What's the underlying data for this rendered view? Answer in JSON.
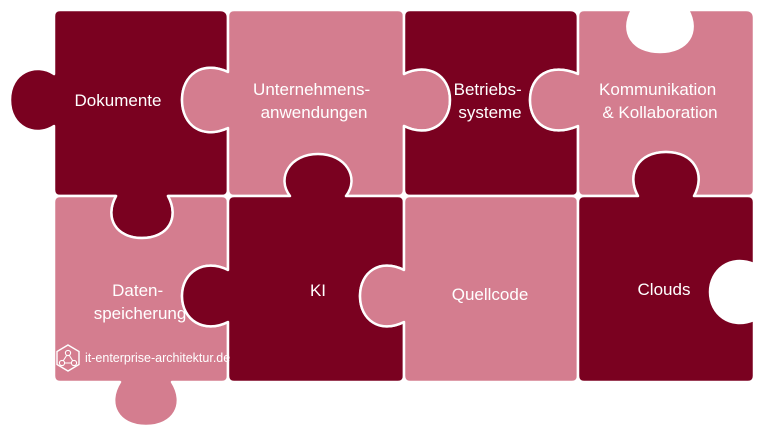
{
  "colors": {
    "dark": "#7a0120",
    "light": "#d47d8f",
    "outline": "#ffffff"
  },
  "pieces": [
    {
      "id": "dokumente",
      "lines": [
        "Dokumente"
      ],
      "tone": "dark"
    },
    {
      "id": "unternehmensanwendungen",
      "lines": [
        "Unternehmens-",
        "anwendungen"
      ],
      "tone": "light"
    },
    {
      "id": "betriebssysteme",
      "lines": [
        "Betriebs-",
        "systeme"
      ],
      "tone": "dark"
    },
    {
      "id": "kommunikation",
      "lines": [
        "Kommunikation",
        "& Kollaboration"
      ],
      "tone": "light"
    },
    {
      "id": "datenspeicherung",
      "lines": [
        "Daten-",
        "speicherung"
      ],
      "tone": "light"
    },
    {
      "id": "ki",
      "lines": [
        "KI"
      ],
      "tone": "dark"
    },
    {
      "id": "quellcode",
      "lines": [
        "Quellcode"
      ],
      "tone": "light"
    },
    {
      "id": "clouds",
      "lines": [
        "Clouds"
      ],
      "tone": "dark"
    }
  ],
  "watermark": {
    "text": "it-enterprise-architektur.de",
    "icon": "hexagon-network-icon"
  }
}
